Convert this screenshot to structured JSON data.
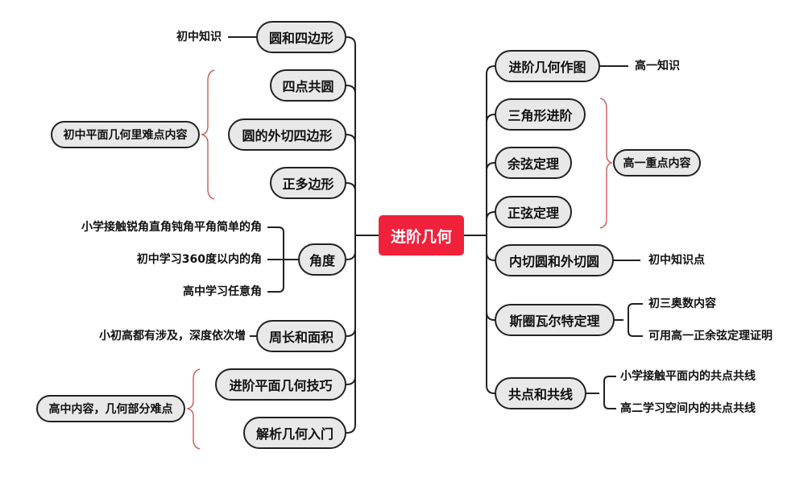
{
  "center": "进阶几何",
  "left": [
    {
      "label": "圆和四边形",
      "note": "初中知识"
    },
    {
      "label": "四点共圆"
    },
    {
      "label": "圆的外切四边形"
    },
    {
      "label": "正多边形"
    },
    {
      "label": "角度",
      "children": [
        "小学接触锐角直角钝角平角简单的角",
        "初中学习360度以内的角",
        "高中学习任意角"
      ]
    },
    {
      "label": "周长和面积",
      "note": "小初高都有涉及，深度依次增"
    },
    {
      "label": "进阶平面几何技巧"
    },
    {
      "label": "解析几何入门"
    }
  ],
  "left_summaries": [
    "初中平面几何里难点内容",
    "高中内容，几何部分难点"
  ],
  "right": [
    {
      "label": "进阶几何作图",
      "note": "高一知识"
    },
    {
      "label": "三角形进阶"
    },
    {
      "label": "余弦定理"
    },
    {
      "label": "正弦定理"
    },
    {
      "label": "内切圆和外切圆",
      "note": "初中知识点"
    },
    {
      "label": "斯圈瓦尔特定理",
      "children": [
        "初三奥数内容",
        "可用高一正余弦定理证明"
      ]
    },
    {
      "label": "共点和共线",
      "children": [
        "小学接触平面内的共点共线",
        "高二学习空间内的共点共线"
      ]
    }
  ],
  "right_summary": "高一重点内容",
  "colors": {
    "center": "#f0213a",
    "node": "#e8e8e8",
    "brace": "#c0504d"
  }
}
